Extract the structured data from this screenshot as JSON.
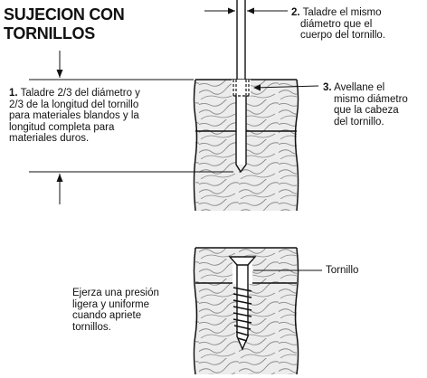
{
  "title": {
    "line1": "SUJECION CON",
    "line2": "TORNILLOS"
  },
  "step1": {
    "number": "1.",
    "lines": [
      "Taladre 2/3 del diámetro y",
      "2/3 de la longitud del tornillo",
      "para materiales blandos y la",
      "longitud completa para",
      "materiales duros."
    ]
  },
  "step2": {
    "number": "2.",
    "lines": [
      "Taladre el mismo",
      "diámetro que el",
      "cuerpo del tornillo."
    ]
  },
  "step3": {
    "number": "3.",
    "lines": [
      "Avellane el",
      "mismo diámetro",
      "que la cabeza",
      "del tornillo."
    ]
  },
  "screw_label": "Tornillo",
  "pressure_note": {
    "lines": [
      "Ejerza una presión",
      "ligera y uniforme",
      "cuando apriete",
      "tornillos."
    ]
  },
  "colors": {
    "ink": "#111111",
    "wood_fill": "#ececec",
    "grain": "#8a8a8a"
  }
}
